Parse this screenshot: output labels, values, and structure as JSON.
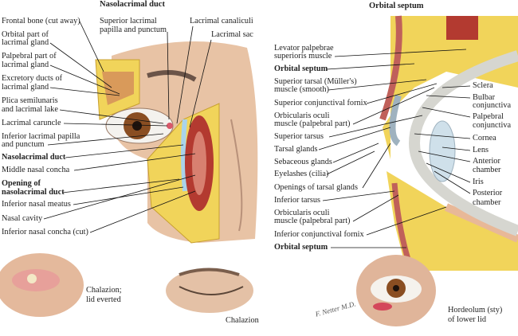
{
  "left_panel": {
    "title": "Nasolacrimal duct",
    "labels": [
      "Frontal bone (cut away)",
      "Orbital part of",
      "lacrimal gland",
      "Palpebral part of",
      "lacrimal gland",
      "Excretory ducts of",
      "lacrimal gland",
      "Plica semilunaris",
      "and lacrimal lake",
      "Lacrimal caruncle",
      "Inferior lacrimal papilla",
      "and punctum",
      "Nasolacrimal duct",
      "Middle nasal concha",
      "Opening of",
      "nasolacrimal duct",
      "Inferior nasal meatus",
      "Nasal cavity",
      "Inferior nasal concha (cut)",
      "Superior lacrimal",
      "papilla and punctum",
      "Lacrimal canaliculi",
      "Lacrimal sac"
    ]
  },
  "right_panel": {
    "title": "Orbital septum",
    "labels": [
      "Levator palpebrae",
      "superioris muscle",
      "Orbital septum",
      "Superior tarsal (Müller's)",
      "muscle (smooth)",
      "Superior conjunctival fornix",
      "Orbicularis oculi",
      "muscle (palpebral part)",
      "Superior tarsus",
      "Tarsal glands",
      "Sebaceous glands",
      "Eyelashes (cilia)",
      "Openings of tarsal glands",
      "Inferior tarsus",
      "Orbicularis oculi",
      "muscle (palpebral part)",
      "Inferior conjunctival fornix",
      "Orbital septum",
      "Sclera",
      "Bulbar",
      "conjunctiva",
      "Palpebral",
      "conjunctiva",
      "Cornea",
      "Lens",
      "Anterior",
      "chamber",
      "Iris",
      "Posterior",
      "chamber"
    ]
  },
  "bottom": {
    "captions": [
      "Chalazion;",
      "lid everted",
      "Chalazion",
      "Hordeolum (sty)",
      "of lower lid"
    ],
    "signature": "F. Netter M.D."
  }
}
